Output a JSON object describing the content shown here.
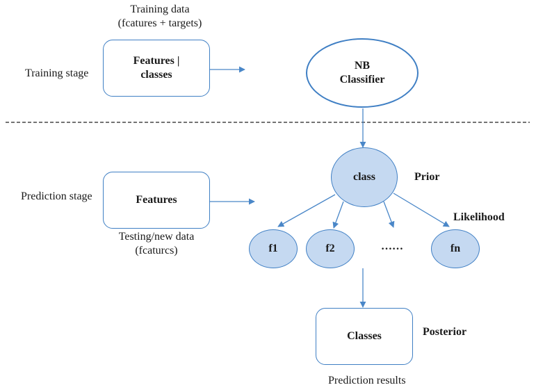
{
  "colors": {
    "outline": "#3f7fc4",
    "node_fill": "#c5d9f1",
    "arrow": "#4a87c8",
    "divider": "#222222",
    "text": "#1a1a1a"
  },
  "training": {
    "stage_label": "Training stage",
    "data_caption_line1": "Training data",
    "data_caption_line2": "(fcatures + targets)",
    "features_box_label": "Features |\nclasses",
    "classifier_label": "NB\nClassifier"
  },
  "prediction": {
    "stage_label": "Prediction stage",
    "features_box_label": "Features",
    "data_caption_line1": "Testing/new data",
    "data_caption_line2": "(fcaturcs)",
    "class_node_label": "class",
    "prior_label": "Prior",
    "likelihood_label": "Likelihood",
    "feature_nodes": [
      "f1",
      "f2",
      "fn"
    ],
    "ellipsis": "……",
    "classes_box_label": "Classes",
    "posterior_label": "Posterior",
    "results_caption": "Prediction results"
  }
}
